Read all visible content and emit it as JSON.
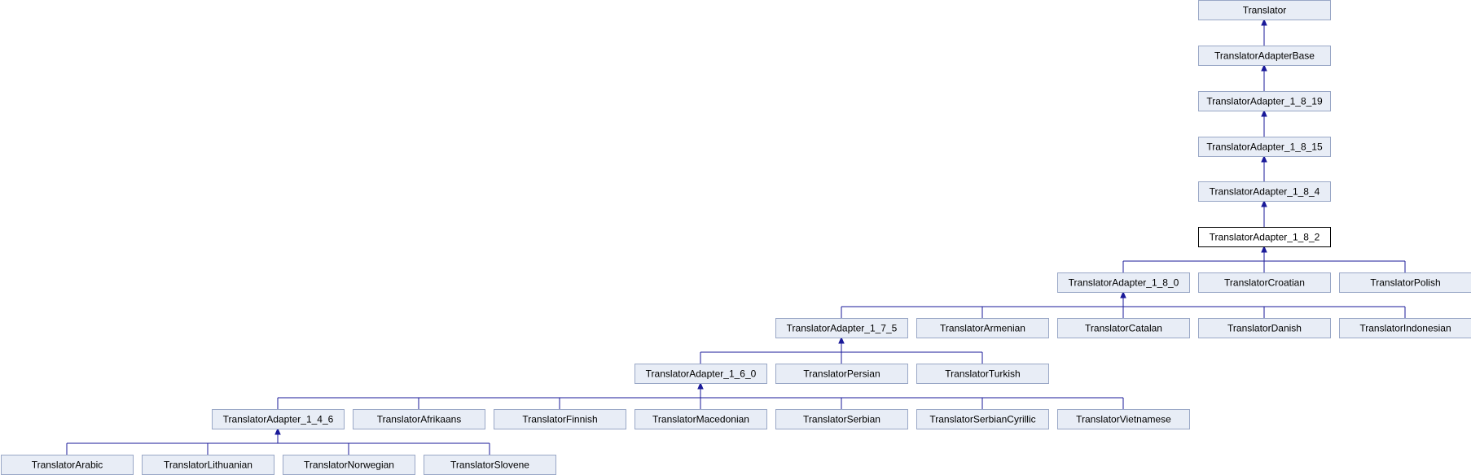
{
  "diagram": {
    "colors": {
      "node_fill": "#e8edf6",
      "node_border": "#99a7c6",
      "current_node_fill": "#ffffff",
      "current_node_border": "#000000",
      "edge": "#1a1a99"
    },
    "nodes": [
      {
        "id": "translator",
        "label": "Translator"
      },
      {
        "id": "adapter-base",
        "label": "TranslatorAdapterBase"
      },
      {
        "id": "adapter-1-8-19",
        "label": "TranslatorAdapter_1_8_19"
      },
      {
        "id": "adapter-1-8-15",
        "label": "TranslatorAdapter_1_8_15"
      },
      {
        "id": "adapter-1-8-4",
        "label": "TranslatorAdapter_1_8_4"
      },
      {
        "id": "adapter-1-8-2",
        "label": "TranslatorAdapter_1_8_2",
        "current": true
      },
      {
        "id": "adapter-1-8-0",
        "label": "TranslatorAdapter_1_8_0"
      },
      {
        "id": "croatian",
        "label": "TranslatorCroatian"
      },
      {
        "id": "polish",
        "label": "TranslatorPolish"
      },
      {
        "id": "adapter-1-7-5",
        "label": "TranslatorAdapter_1_7_5"
      },
      {
        "id": "armenian",
        "label": "TranslatorArmenian"
      },
      {
        "id": "catalan",
        "label": "TranslatorCatalan"
      },
      {
        "id": "danish",
        "label": "TranslatorDanish"
      },
      {
        "id": "indonesian",
        "label": "TranslatorIndonesian"
      },
      {
        "id": "adapter-1-6-0",
        "label": "TranslatorAdapter_1_6_0"
      },
      {
        "id": "persian",
        "label": "TranslatorPersian"
      },
      {
        "id": "turkish",
        "label": "TranslatorTurkish"
      },
      {
        "id": "adapter-1-4-6",
        "label": "TranslatorAdapter_1_4_6"
      },
      {
        "id": "afrikaans",
        "label": "TranslatorAfrikaans"
      },
      {
        "id": "finnish",
        "label": "TranslatorFinnish"
      },
      {
        "id": "macedonian",
        "label": "TranslatorMacedonian"
      },
      {
        "id": "serbian",
        "label": "TranslatorSerbian"
      },
      {
        "id": "serbian-cyrillic",
        "label": "TranslatorSerbianCyrillic"
      },
      {
        "id": "vietnamese",
        "label": "TranslatorVietnamese"
      },
      {
        "id": "arabic",
        "label": "TranslatorArabic"
      },
      {
        "id": "lithuanian",
        "label": "TranslatorLithuanian"
      },
      {
        "id": "norwegian",
        "label": "TranslatorNorwegian"
      },
      {
        "id": "slovene",
        "label": "TranslatorSlovene"
      }
    ],
    "edges": [
      {
        "parent": "translator",
        "children": [
          "adapter-base"
        ]
      },
      {
        "parent": "adapter-base",
        "children": [
          "adapter-1-8-19"
        ]
      },
      {
        "parent": "adapter-1-8-19",
        "children": [
          "adapter-1-8-15"
        ]
      },
      {
        "parent": "adapter-1-8-15",
        "children": [
          "adapter-1-8-4"
        ]
      },
      {
        "parent": "adapter-1-8-4",
        "children": [
          "adapter-1-8-2"
        ]
      },
      {
        "parent": "adapter-1-8-2",
        "children": [
          "adapter-1-8-0",
          "croatian",
          "polish"
        ]
      },
      {
        "parent": "adapter-1-8-0",
        "children": [
          "adapter-1-7-5",
          "armenian",
          "catalan",
          "danish",
          "indonesian"
        ]
      },
      {
        "parent": "adapter-1-7-5",
        "children": [
          "adapter-1-6-0",
          "persian",
          "turkish"
        ]
      },
      {
        "parent": "adapter-1-6-0",
        "children": [
          "adapter-1-4-6",
          "afrikaans",
          "finnish",
          "macedonian",
          "serbian",
          "serbian-cyrillic",
          "vietnamese"
        ]
      },
      {
        "parent": "adapter-1-4-6",
        "children": [
          "arabic",
          "lithuanian",
          "norwegian",
          "slovene"
        ]
      }
    ]
  }
}
